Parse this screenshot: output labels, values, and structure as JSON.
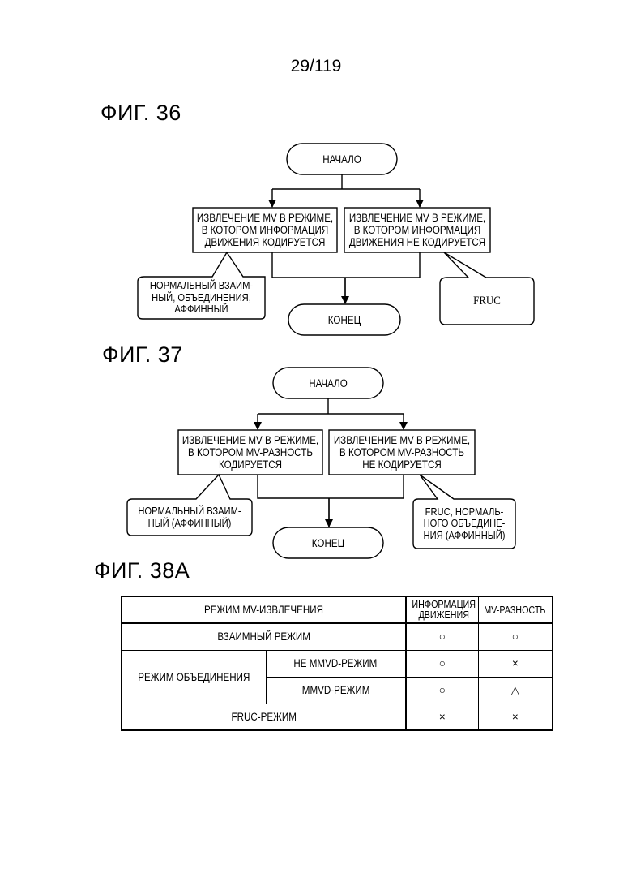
{
  "page_number": "29/119",
  "fig36": {
    "title": "ФИГ. 36",
    "start": "НАЧАЛО",
    "box_left": "ИЗВЛЕЧЕНИЕ MV В РЕЖИМЕ,\nВ КОТОРОМ ИНФОРМАЦИЯ\nДВИЖЕНИЯ КОДИРУЕТСЯ",
    "box_right": "ИЗВЛЕЧЕНИЕ MV В РЕЖИМЕ,\nВ КОТОРОМ ИНФОРМАЦИЯ\nДВИЖЕНИЯ НЕ КОДИРУЕТСЯ",
    "callout_left": "НОРМАЛЬНЫЙ ВЗАИМ-\nНЫЙ, ОБЪЕДИНЕНИЯ,\nАФФИННЫЙ",
    "callout_right": "FRUC",
    "end": "КОНЕЦ"
  },
  "fig37": {
    "title": "ФИГ. 37",
    "start": "НАЧАЛО",
    "box_left": "ИЗВЛЕЧЕНИЕ MV В РЕЖИМЕ,\nВ КОТОРОМ MV-РАЗНОСТЬ\nКОДИРУЕТСЯ",
    "box_right": "ИЗВЛЕЧЕНИЕ MV В РЕЖИМЕ,\nВ КОТОРОМ MV-РАЗНОСТЬ\nНЕ КОДИРУЕТСЯ",
    "callout_left": "НОРМАЛЬНЫЙ ВЗАИМ-\nНЫЙ (АФФИННЫЙ)",
    "callout_right": "FRUC, НОРМАЛЬ-\nНОГО ОБЪЕДИНЕ-\nНИЯ (АФФИННЫЙ)",
    "end": "КОНЕЦ"
  },
  "fig38a": {
    "title": "ФИГ. 38A",
    "headers": {
      "mode": "РЕЖИМ MV-ИЗВЛЕЧЕНИЯ",
      "motion_info": "ИНФОРМАЦИЯ\nДВИЖЕНИЯ",
      "mv_diff": "MV-РАЗНОСТЬ"
    },
    "rows": {
      "inter": {
        "label": "ВЗАИМНЫЙ РЕЖИМ",
        "motion_info": "○",
        "mv_diff": "○"
      },
      "merge_group": "РЕЖИМ ОБЪЕДИНЕНИЯ",
      "non_mmvd": {
        "label": "НЕ MMVD-РЕЖИМ",
        "motion_info": "○",
        "mv_diff": "×"
      },
      "mmvd": {
        "label": "MMVD-РЕЖИМ",
        "motion_info": "○",
        "mv_diff": "△"
      },
      "fruc": {
        "label": "FRUC-РЕЖИМ",
        "motion_info": "×",
        "mv_diff": "×"
      }
    }
  }
}
